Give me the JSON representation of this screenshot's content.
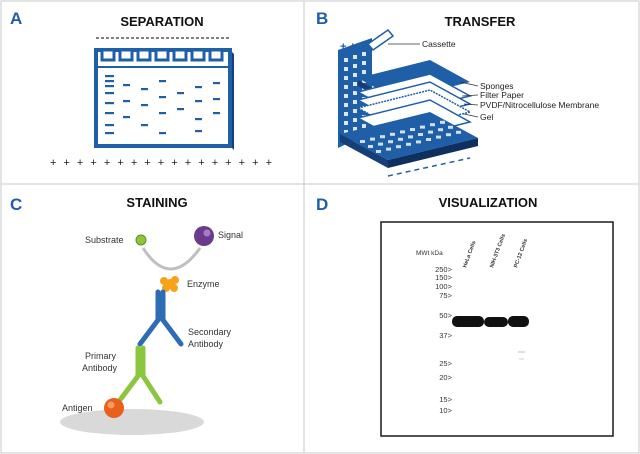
{
  "panels": [
    {
      "letter": "A",
      "title": "SEPARATION"
    },
    {
      "letter": "B",
      "title": "TRANSFER"
    },
    {
      "letter": "C",
      "title": "STAINING"
    },
    {
      "letter": "D",
      "title": "VISUALIZATION"
    }
  ],
  "transfer": {
    "cassette": "Cassette",
    "sponges": "Sponges",
    "filter_paper": "Filter Paper",
    "membrane": "PVDF/Nitrocellulose Membrane",
    "gel": "Gel"
  },
  "staining": {
    "substrate": "Substrate",
    "signal": "Signal",
    "enzyme": "Enzyme",
    "secondary_1": "Secondary",
    "secondary_2": "Antibody",
    "primary_1": "Primary",
    "primary_2": "Antibody",
    "antigen": "Antigen"
  },
  "visualization": {
    "mw_label": "MWt kDa",
    "markers": [
      "250>",
      "150>",
      "100>",
      "75>",
      "50>",
      "37>",
      "25>",
      "20>",
      "15>",
      "10>"
    ],
    "lanes": [
      "HeLa Cells",
      "NIH-3T3 Cells",
      "PC-12 Cells"
    ]
  },
  "colors": {
    "brand_blue": "#1f5fa8",
    "dark_blue": "#163f78",
    "title_letter": "#1f5fa8",
    "primary_antibody": "#8cc63f",
    "secondary_antibody": "#2e6db4",
    "enzyme": "#f7a21b",
    "signal": "#6b3a8c",
    "antigen": "#e8601c",
    "substrate": "#8cc63f"
  }
}
